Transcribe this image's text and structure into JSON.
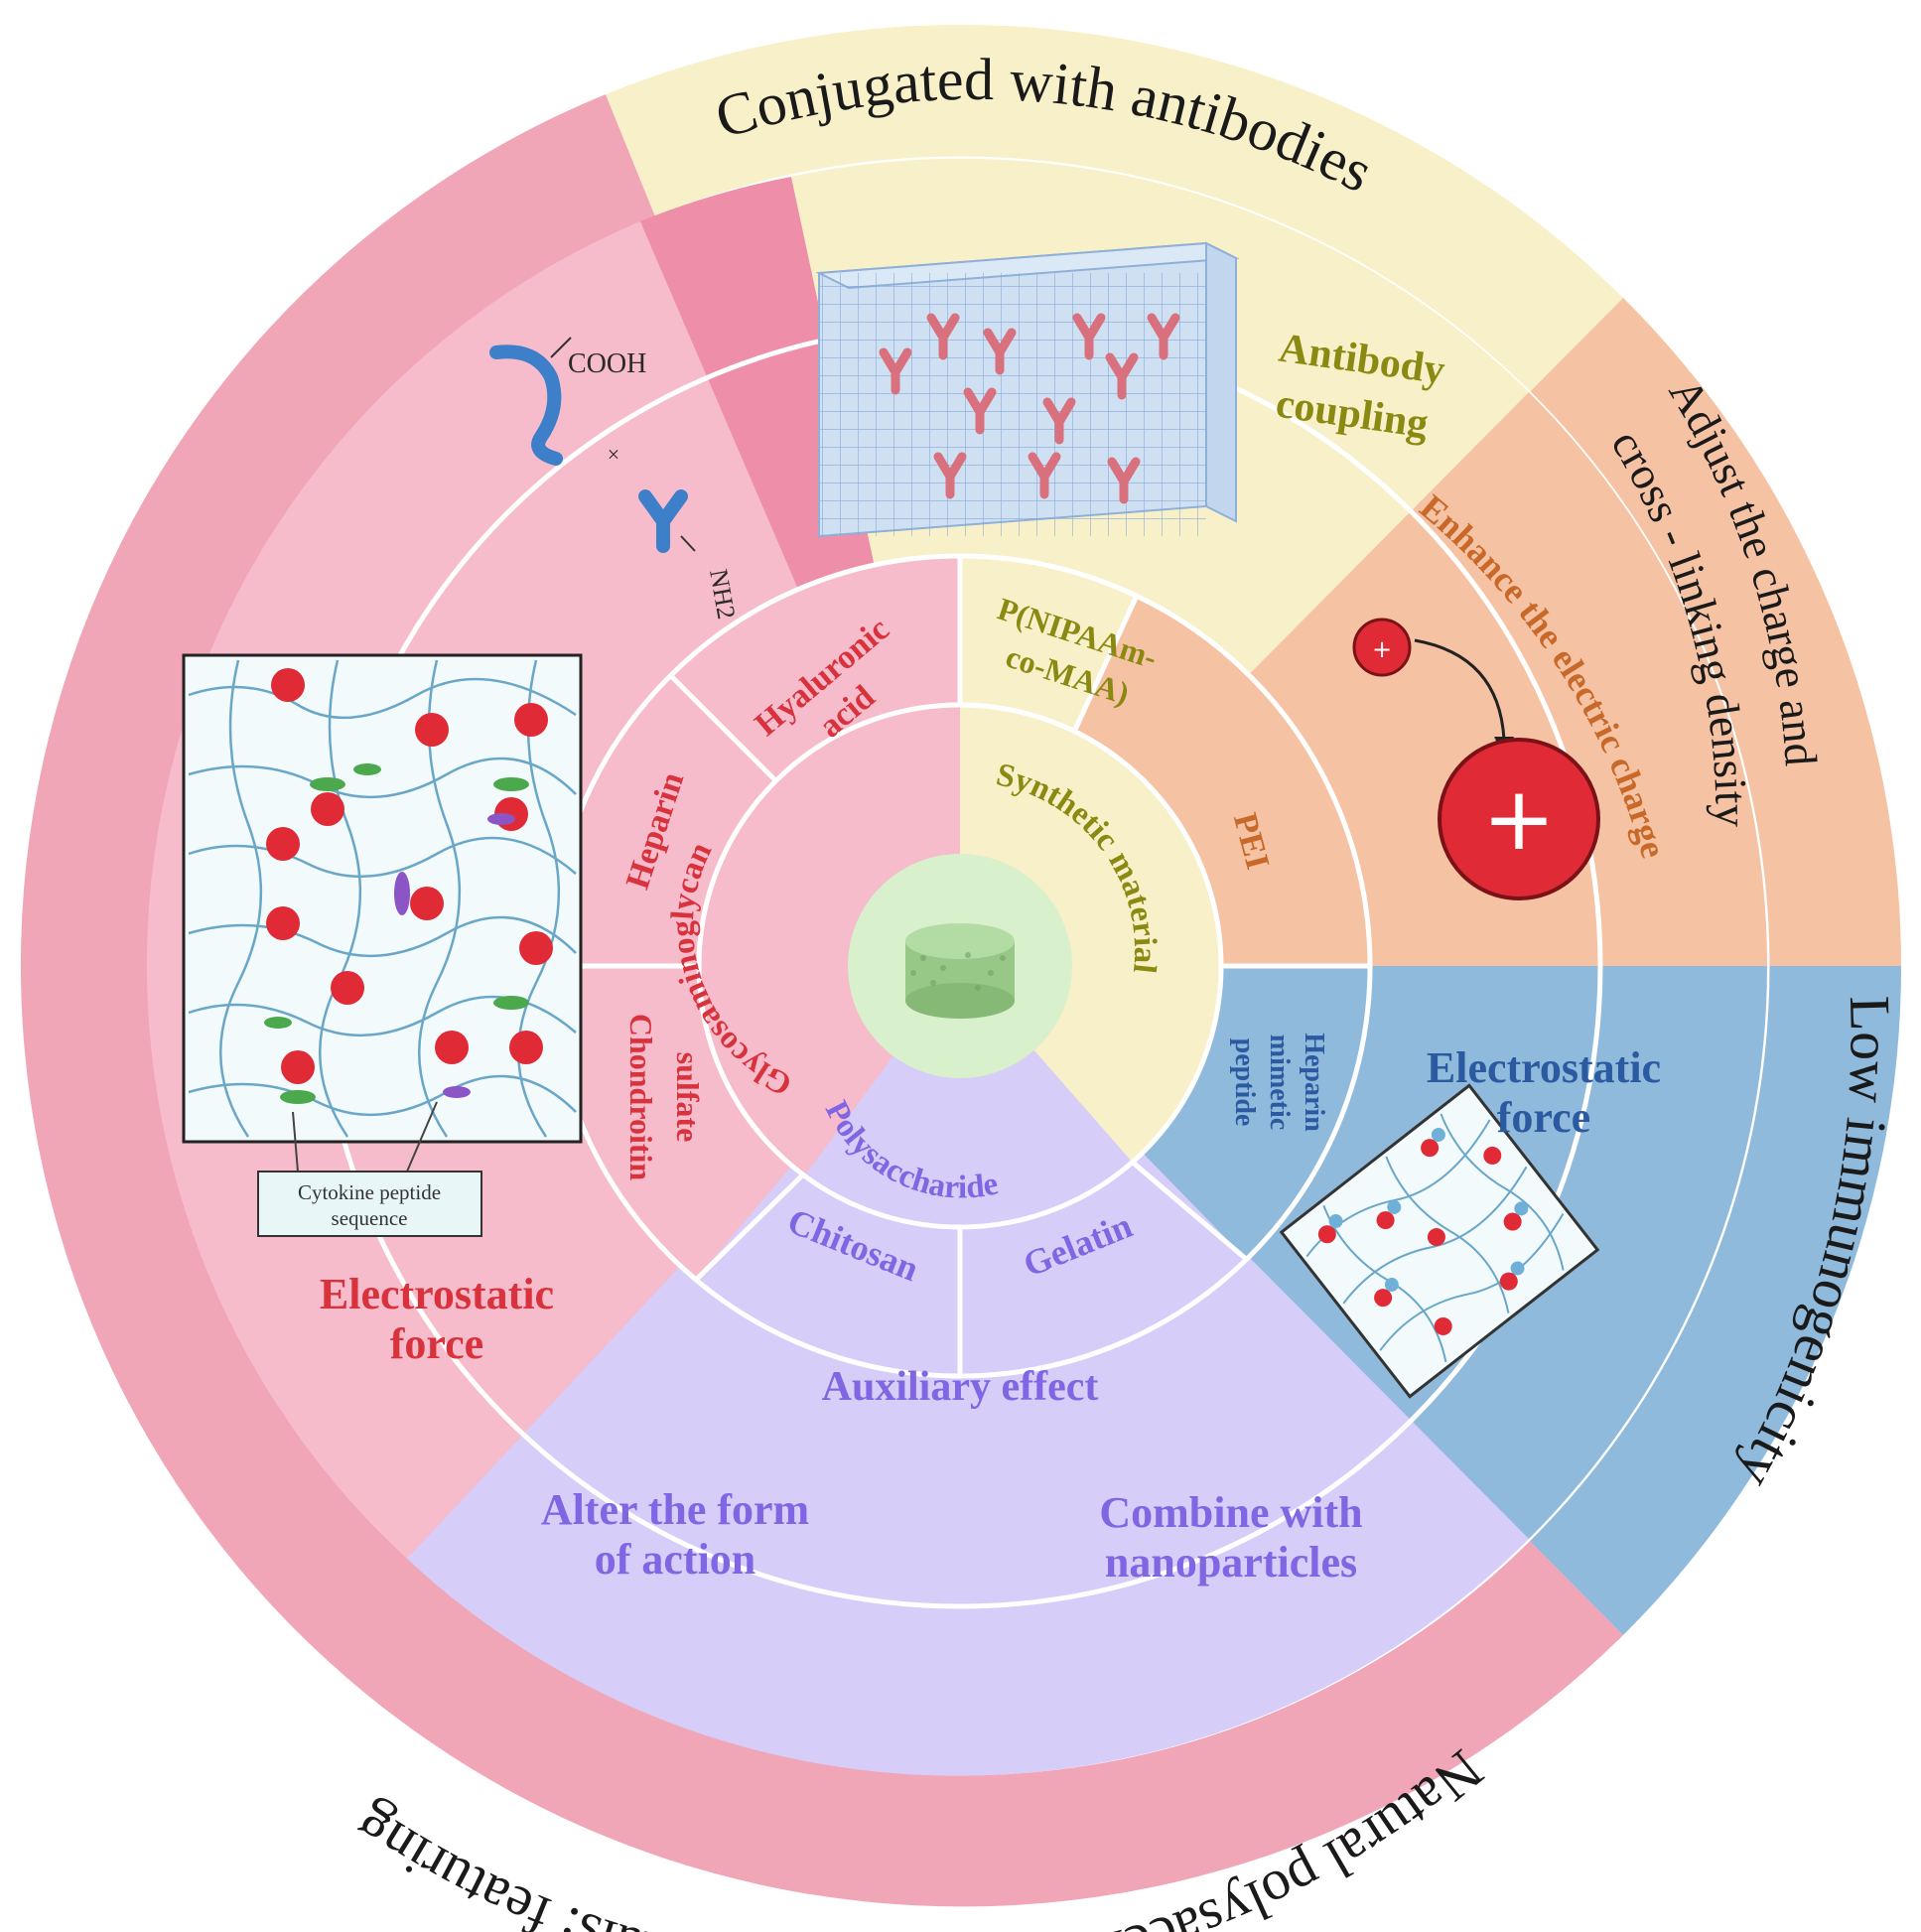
{
  "outer_labels": {
    "natural": "Natural polysaccharide - based materials: featuring excellent biocompatibility and biodegradability",
    "antibodies": "Conjugated with antibodies",
    "charge_line1": "Adjust the charge and",
    "charge_line2": "cross - linking density",
    "immuno": "Low immunogenicity"
  },
  "middle_labels": {
    "antibody_coupling_1": "Antibody",
    "antibody_coupling_2": "coupling",
    "enhance_charge": "Enhance the electric charge",
    "electrostatic_blue_1": "Electrostatic",
    "electrostatic_blue_2": "force",
    "electrostatic_pink_1": "Electrostatic",
    "electrostatic_pink_2": "force",
    "auxiliary": "Auxiliary effect",
    "alter_1": "Alter the form",
    "alter_2": "of action",
    "combine_1": "Combine with",
    "combine_2": "nanoparticles",
    "cooh": "COOH",
    "nh2": "NH2",
    "cytokine_1": "Cytokine peptide",
    "cytokine_2": "sequence"
  },
  "material_labels": {
    "hyaluronic_1": "Hyaluronic",
    "hyaluronic_2": "acid",
    "heparin": "Heparin",
    "chondroitin_1": "Chondroitin",
    "chondroitin_2": "sulfate",
    "pnipaam_1": "P(NIPAAm-",
    "pnipaam_2": "co-MAA)",
    "pei": "PEI",
    "heparin_mimetic_1": "Heparin",
    "heparin_mimetic_2": "mimetic",
    "heparin_mimetic_3": "peptide",
    "chitosan": "Chitosan",
    "gelatin": "Gelatin"
  },
  "category_labels": {
    "glycosaminoglycan": "Glycosaminoglycan",
    "synthetic": "Synthetic material",
    "polysaccharide": "Polysaccharide"
  },
  "colors": {
    "pink_outer": "#f0a6b6",
    "pink_inner": "#f6bccb",
    "pink_dark": "#ee8ea8",
    "yellow": "#f8f0c8",
    "orange": "#f5c3a3",
    "blue": "#8fbadc",
    "lavender": "#d6cdf8",
    "center": "#d8f0cc",
    "red_text": "#d8333d",
    "olive_text": "#8a8a12",
    "orange_text": "#c8692a",
    "blue_text": "#2b5aa0",
    "purple_text": "#8066e2"
  }
}
